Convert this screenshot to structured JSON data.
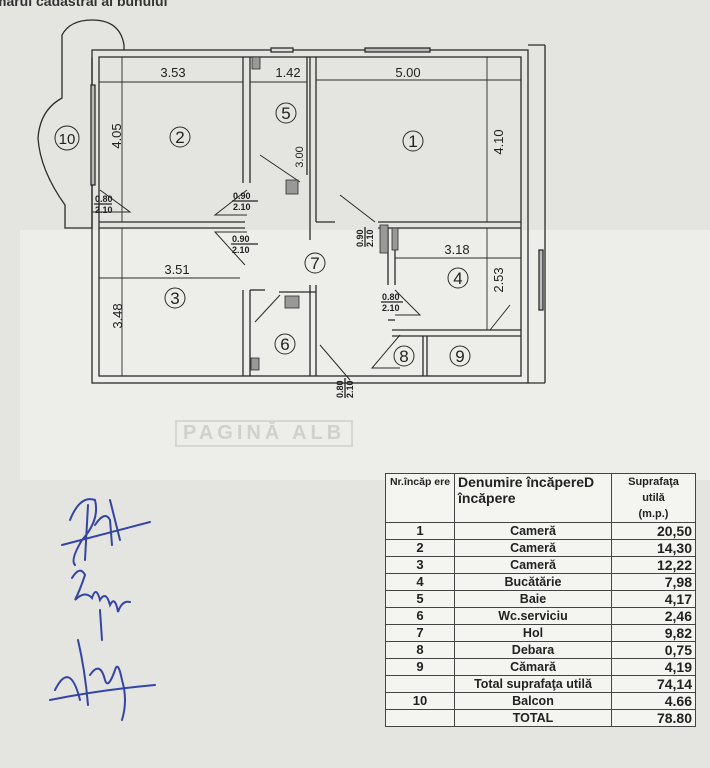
{
  "header_fragment": "mărul cadastral al bunului",
  "stamp_text": "PAGINĂ ALB",
  "plan": {
    "rooms": [
      "1",
      "2",
      "3",
      "4",
      "5",
      "6",
      "7",
      "8",
      "9",
      "10"
    ],
    "dimensions": {
      "room2_width": "3.53",
      "room5_width": "1.42",
      "room1_width": "5.00",
      "room2_depth": "4.05",
      "room5_depth": "3.00",
      "room1_depth": "4.10",
      "room4_width": "3.18",
      "room4_depth": "2.53",
      "room3_width": "3.51",
      "room3_depth": "3.48"
    },
    "doors": [
      {
        "w": "0.80",
        "h": "2.10"
      },
      {
        "w": "0.90",
        "h": "2.10"
      },
      {
        "w": "0.90",
        "h": "2.10"
      },
      {
        "w": "0.90",
        "h": "2.10"
      },
      {
        "w": "0.80",
        "h": "2.10"
      },
      {
        "w": "0.80",
        "h": "2.10"
      }
    ]
  },
  "table": {
    "headers": {
      "nr": "Nr.încăp ere",
      "name": "Denumire încăpereD încăpere",
      "area_1": "Suprafaţa",
      "area_2": "utilă",
      "area_3": "(m.p.)"
    },
    "rows": [
      {
        "nr": "1",
        "name": "Cameră",
        "area": "20,50"
      },
      {
        "nr": "2",
        "name": "Cameră",
        "area": "14,30"
      },
      {
        "nr": "3",
        "name": "Cameră",
        "area": "12,22"
      },
      {
        "nr": "4",
        "name": "Bucătărie",
        "area": "7,98"
      },
      {
        "nr": "5",
        "name": "Baie",
        "area": "4,17"
      },
      {
        "nr": "6",
        "name": "Wc.serviciu",
        "area": "2,46"
      },
      {
        "nr": "7",
        "name": "Hol",
        "area": "9,82"
      },
      {
        "nr": "8",
        "name": "Debara",
        "area": "0,75"
      },
      {
        "nr": "9",
        "name": "Cămară",
        "area": "4,19"
      },
      {
        "nr": "",
        "name": "Total suprafaţa utilă",
        "area": "74,14"
      },
      {
        "nr": "10",
        "name": "Balcon",
        "area": "4.66"
      },
      {
        "nr": "",
        "name": "TOTAL",
        "area": "78.80"
      }
    ]
  },
  "colors": {
    "ink": "#2b2b2b",
    "signature": "#3345a8",
    "paper": "#e4e4e0"
  }
}
